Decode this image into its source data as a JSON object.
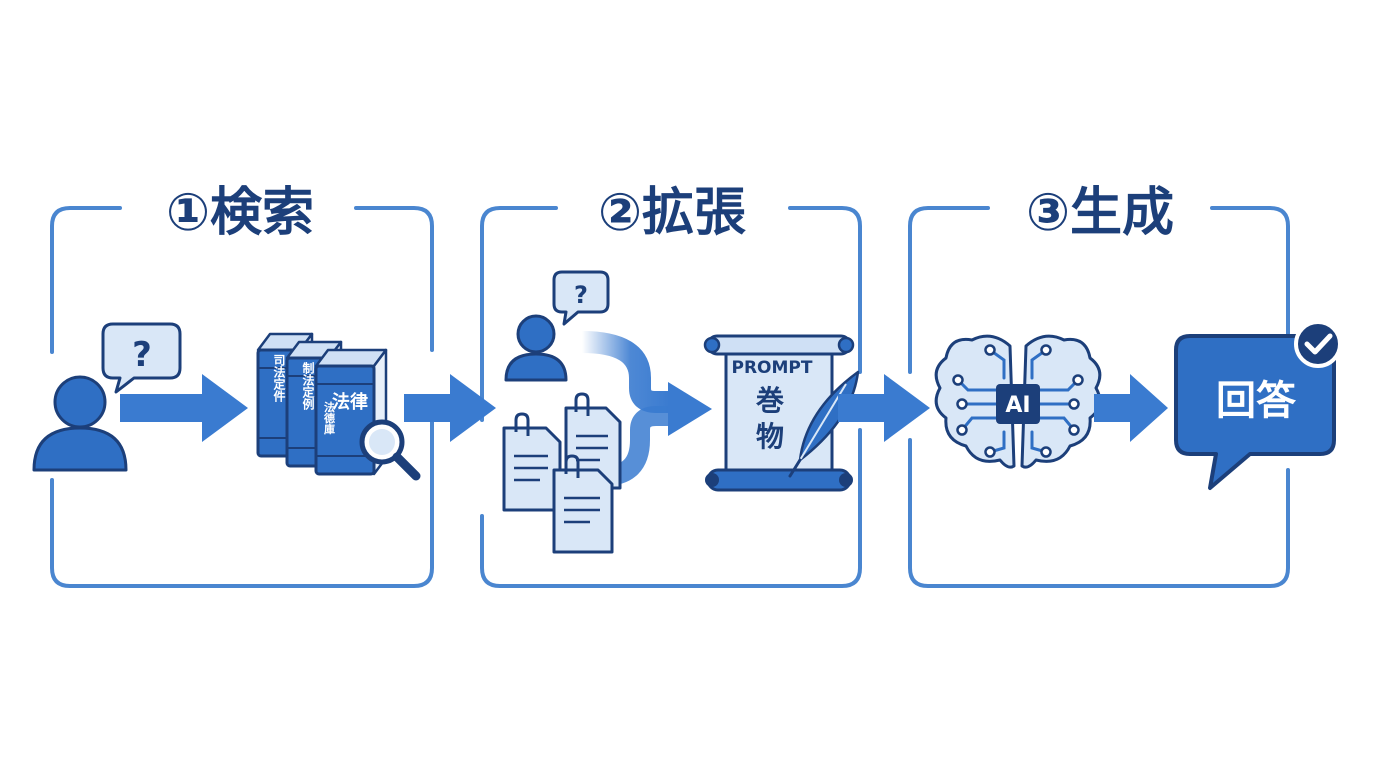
{
  "stages": [
    {
      "title": "①検索"
    },
    {
      "title": "②拡張"
    },
    {
      "title": "③生成"
    }
  ],
  "retrieval": {
    "question_mark": "?",
    "books": [
      {
        "spine": "司法定件"
      },
      {
        "spine": "制法定例"
      },
      {
        "spine": "法律",
        "spine_small": "法德庫"
      }
    ]
  },
  "augmentation": {
    "question_mark": "?",
    "scroll_title": "PROMPT",
    "scroll_line1": "巻",
    "scroll_line2": "物"
  },
  "generation": {
    "chip_label": "AI",
    "answer_label": "回答"
  },
  "colors": {
    "primary": "#2f6fc4",
    "dark": "#1c3f7a",
    "light": "#d9e7f7",
    "frame": "#4a86d0",
    "white": "#ffffff"
  }
}
